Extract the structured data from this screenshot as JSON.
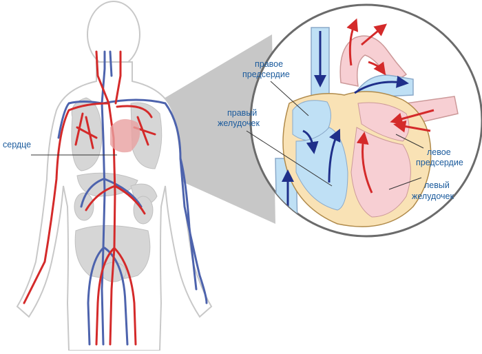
{
  "labels": {
    "heart": "сердце",
    "right_atrium_l1": "правое",
    "right_atrium_l2": "предсердие",
    "right_ventricle_l1": "правый",
    "right_ventricle_l2": "желудочек",
    "left_atrium_l1": "левое",
    "left_atrium_l2": "предсердие",
    "left_ventricle_l1": "левый",
    "left_ventricle_l2": "желудочек"
  },
  "colors": {
    "artery": "#d42a2a",
    "vein": "#4d63ad",
    "label_text": "#1a5a9c",
    "body_outline": "#c8c8c8",
    "organ_gray": "#d6d6d6",
    "right_heart_chamber": "#bfe0f5",
    "left_heart_chamber": "#f7cfd3",
    "heart_wall": "#f9e2b5",
    "magnifier_cone": "#bdbdbd"
  },
  "icons": [
    "human-body-figure",
    "heart-cross-section",
    "magnifier-circle"
  ]
}
